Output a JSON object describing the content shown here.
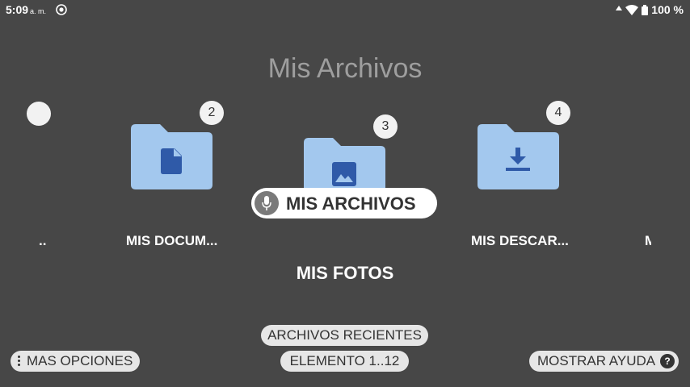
{
  "status": {
    "time": "5:09",
    "ampm": "a. m.",
    "battery_text": "100 %"
  },
  "title": "Mis Archivos",
  "folders": [
    {
      "label": "..",
      "badge": ""
    },
    {
      "label": "MIS DOCUM...",
      "badge": "2",
      "icon": "document-icon"
    },
    {
      "label": "MIS FOTOS",
      "badge": "3",
      "icon": "image-icon"
    },
    {
      "label": "MIS DESCAR...",
      "badge": "4",
      "icon": "download-icon"
    },
    {
      "label": "M",
      "badge": ""
    }
  ],
  "voice": {
    "label": "MIS ARCHIVOS"
  },
  "bottom": {
    "recent": "ARCHIVOS RECIENTES",
    "more": "MAS OPCIONES",
    "element": "ELEMENTO 1..12",
    "help": "MOSTRAR AYUDA",
    "help_icon": "?"
  },
  "colors": {
    "background": "#474747",
    "folder": "#a3c8ee",
    "folder_glyph": "#2f5aa8",
    "title": "#9e9e9e"
  }
}
